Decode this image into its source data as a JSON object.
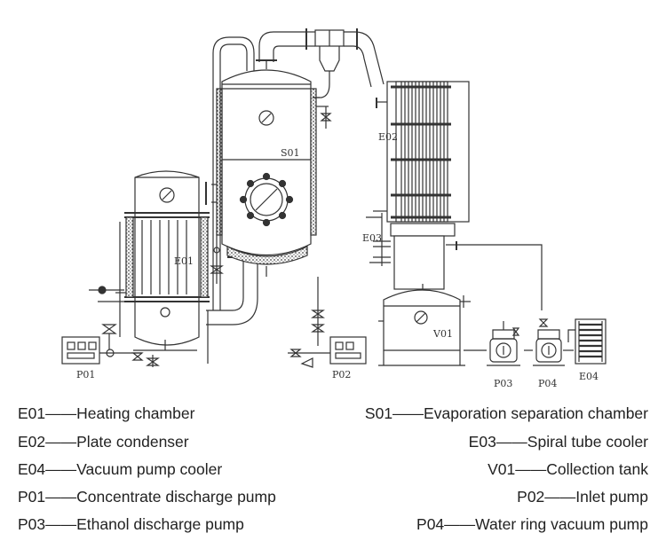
{
  "diagram": {
    "labels": {
      "E01": "E01",
      "E02": "E02",
      "E03": "E03",
      "E04": "E04",
      "S01": "S01",
      "V01": "V01",
      "P01": "P01",
      "P02": "P02",
      "P03": "P03",
      "P04": "P04"
    }
  },
  "legend": {
    "left": [
      "E01——Heating chamber",
      "E02——Plate condenser",
      "E04——Vacuum pump cooler",
      "P01——Concentrate discharge pump",
      "P03——Ethanol discharge pump"
    ],
    "right": [
      "S01——Evaporation separation chamber",
      "E03——Spiral tube cooler",
      "V01——Collection tank",
      "P02——Inlet pump",
      "P04——Water ring vacuum pump"
    ]
  }
}
